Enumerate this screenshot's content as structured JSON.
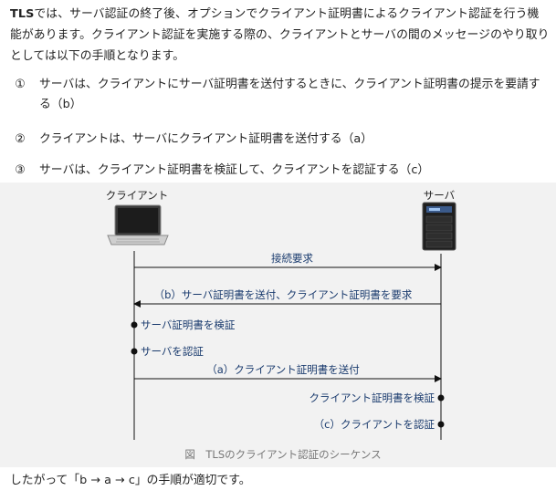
{
  "intro": {
    "tls": "TLS",
    "text": "では、サーバ認証の終了後、オプションでクライアント証明書によるクライアント認証を行う機能があります。クライアント認証を実施する際の、クライアントとサーバの間のメッセージのやり取りとしては以下の手順となります。"
  },
  "steps": [
    {
      "num": "①",
      "text": "サーバは、クライアントにサーバ証明書を送付するときに、クライアント証明書の提示を要請する（b）"
    },
    {
      "num": "②",
      "text": "クライアントは、サーバにクライアント証明書を送付する（a）"
    },
    {
      "num": "③",
      "text": "サーバは、クライアント証明書を検証して、クライアントを認証する（c）"
    }
  ],
  "diagram": {
    "client_label": "クライアント",
    "server_label": "サーバ",
    "client_icon": "laptop-icon",
    "server_icon": "server-icon",
    "messages": [
      {
        "text": "接続要求",
        "kind": "arrow",
        "direction": "client-to-server"
      },
      {
        "text": "（b）サーバ証明書を送付、クライアント証明書を要求",
        "kind": "arrow",
        "direction": "server-to-client"
      },
      {
        "text": "サーバ証明書を検証",
        "kind": "action",
        "side": "client"
      },
      {
        "text": "サーバを認証",
        "kind": "action",
        "side": "client"
      },
      {
        "text": "（a）クライアント証明書を送付",
        "kind": "arrow",
        "direction": "client-to-server"
      },
      {
        "text": "クライアント証明書を検証",
        "kind": "action",
        "side": "server"
      },
      {
        "text": "（c）クライアントを認証",
        "kind": "action",
        "side": "server"
      }
    ],
    "caption": "図　TLSのクライアント認証のシーケンス",
    "colors": {
      "label": "#1a3b6e",
      "line": "#111111",
      "background": "#f2f2f2"
    }
  },
  "conclusion": "したがって「b → a → c」の手順が適切です。"
}
